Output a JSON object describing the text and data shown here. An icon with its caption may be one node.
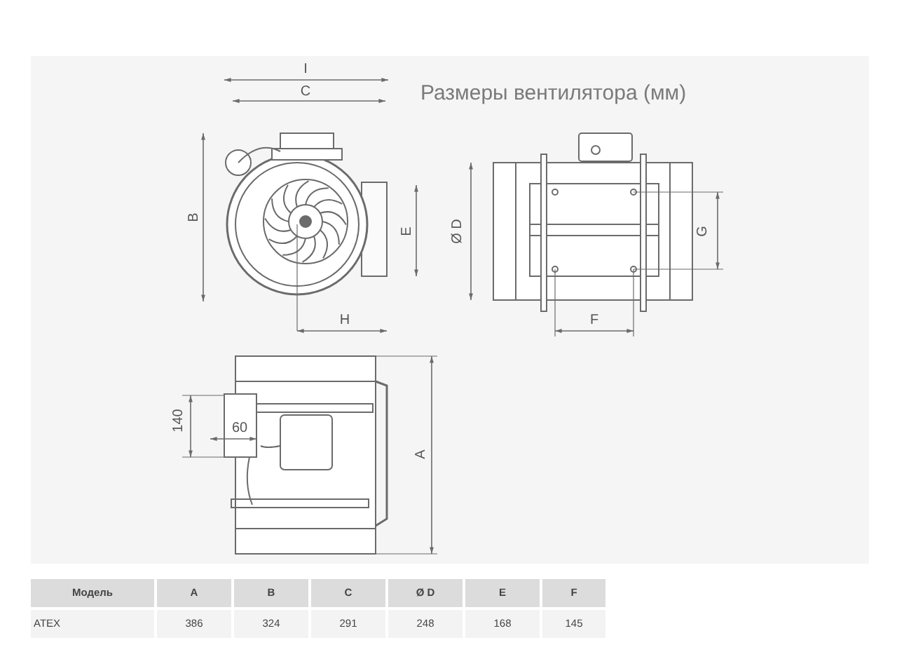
{
  "diagram": {
    "title": "Размеры вентилятора (мм)",
    "labels": [
      "I",
      "C",
      "B",
      "E",
      "H",
      "Ø D",
      "G",
      "F",
      "140",
      "60",
      "A",
      "Модель",
      "A",
      "B",
      "C",
      "Ø D",
      "E",
      "F",
      "ATEX",
      "386",
      "324",
      "291",
      "248",
      "168",
      "145"
    ]
  }
}
